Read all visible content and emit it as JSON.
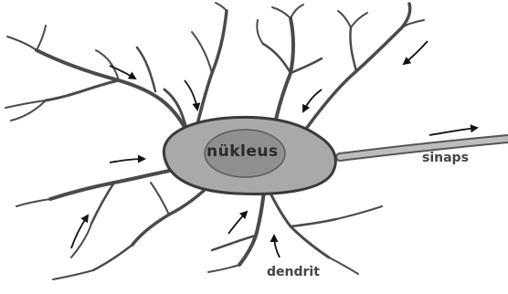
{
  "diagram": {
    "labels": {
      "nucleus": "nükleus",
      "synapse": "sinaps",
      "dendrite": "dendrit"
    },
    "colors": {
      "background": "#ffffff",
      "cell_body": "#a9a9a9",
      "nucleus": "#8f8f8f",
      "outline": "#3a3a3a",
      "dendrite": "#4a4a4a",
      "arrow": "#111111"
    }
  }
}
